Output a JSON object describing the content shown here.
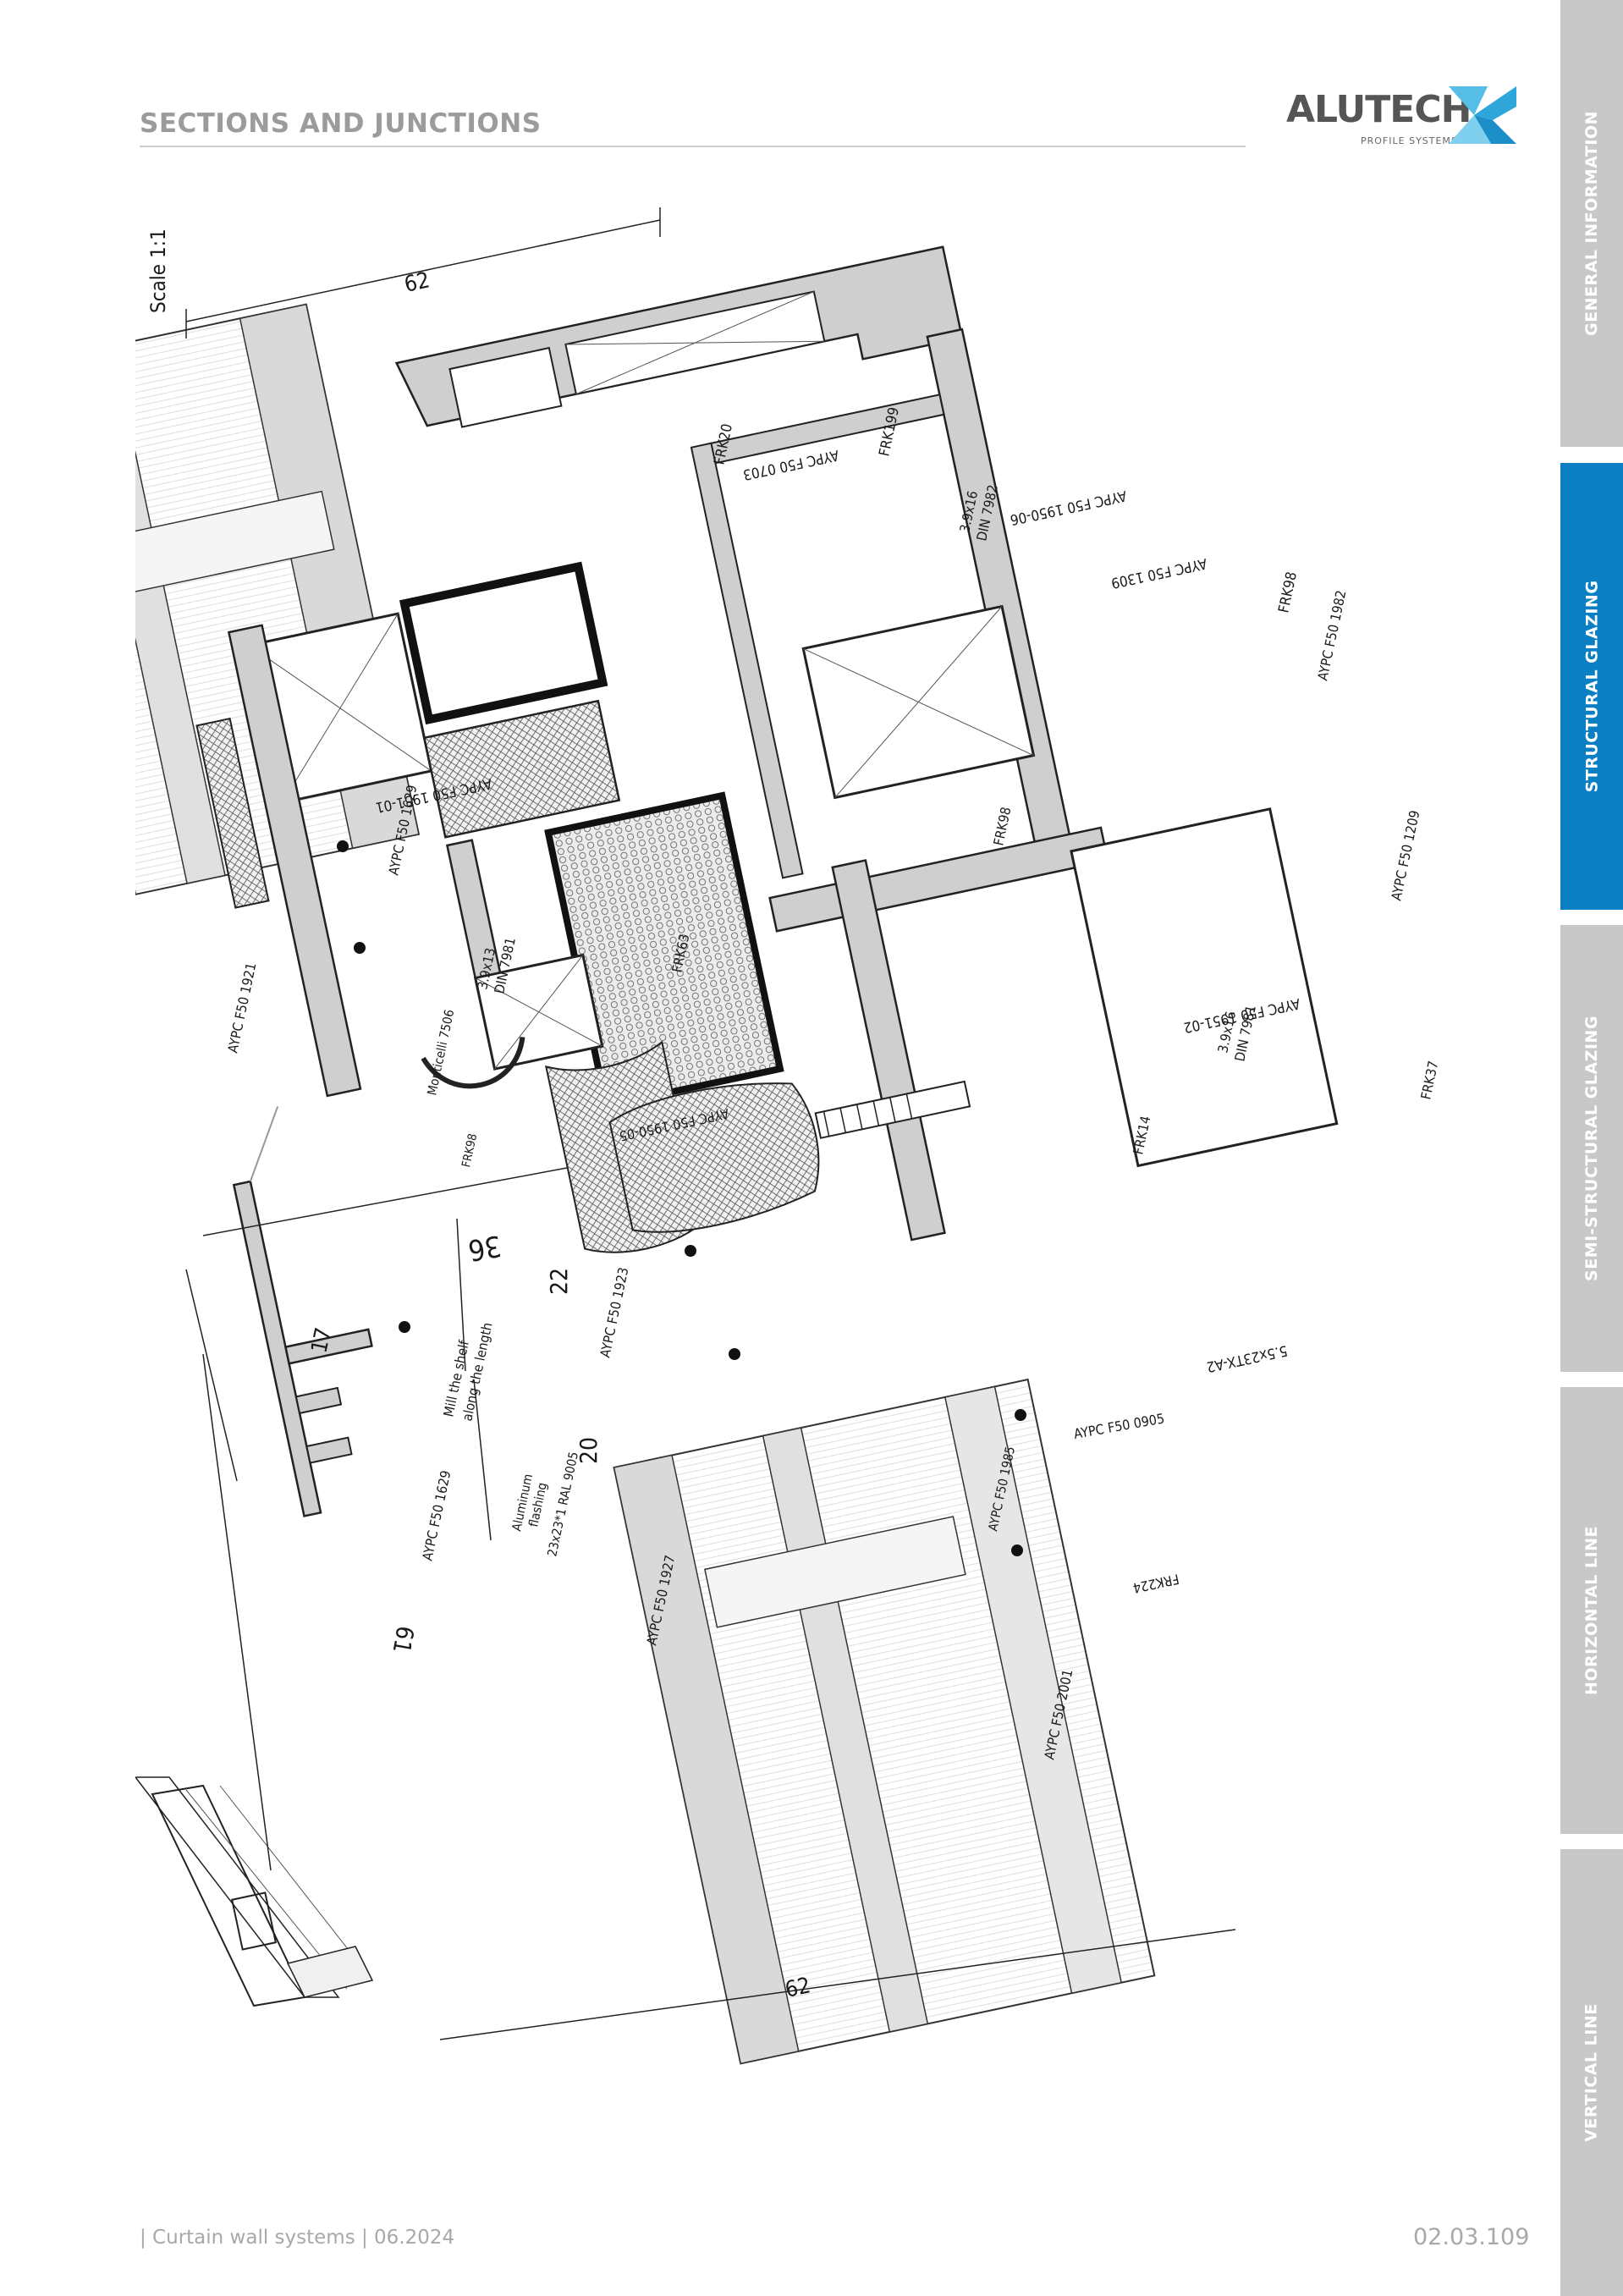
{
  "header": {
    "title": "SECTIONS AND JUNCTIONS"
  },
  "logo": {
    "word": "ALUTECH",
    "sub": "PROFILE SYSTEMS",
    "mark_color": "#2fa6d9"
  },
  "sidebar": {
    "accent": "#0a7fc4",
    "tabs": [
      {
        "label": "GENERAL INFORMATION",
        "active": false
      },
      {
        "label": "STRUCTURAL GLAZING",
        "active": true
      },
      {
        "label": "SEMI-STRUCTURAL GLAZING",
        "active": false
      },
      {
        "label": "HORIZONTAL LINE",
        "active": false
      },
      {
        "label": "VERTICAL LINE",
        "active": false
      }
    ]
  },
  "drawing": {
    "scale": "Scale 1:1",
    "dims": {
      "top": "62",
      "bottom": "62",
      "d36": "36",
      "d22": "22",
      "d20": "20",
      "d17": "17",
      "d61": "61"
    },
    "labels": {
      "p0703": "AYPC F50 0703",
      "frk20": "FRK20",
      "frk199": "FRK199",
      "p1950_06": "AYPC F50 1950-06",
      "screw_top": "3.9x16",
      "din_top": "DIN 7982",
      "p1309": "AYPC F50 1309",
      "frk98_a": "FRK98",
      "p1982": "AYPC F50 1982",
      "p1951_01": "AYPC F50 1951-01",
      "p1629": "AYPC F50 1629",
      "frk98_b": "FRK98",
      "p1209": "AYPC F50 1209",
      "p1921": "AYPC F50 1921",
      "screw_mid": "3.9x13",
      "din_mid": "DIN 7981",
      "frk63": "FRK63",
      "p1951_02": "AYPC F50 1951-02",
      "screw_r": "3.9x16",
      "din_r": "DIN 7981",
      "frk37": "FRK37",
      "monticelli": "Monticelli 7506",
      "frk98_c": "FRK98",
      "p1950_05": "AYPC F50 1950-05",
      "frk14": "FRK14",
      "p1923": "AYPC F50 1923",
      "screw_long": "5.5x23TX-A2",
      "mill_1": "Mill the shelf",
      "mill_2": "along the length",
      "p1629_b": "AYPC F50 1629",
      "alu_1": "Aluminum",
      "alu_2": "flashing",
      "alu_3": "23x23*1 RAL 9005",
      "p0905": "AYPC F50 0905",
      "p1985": "AYPC F50 1985",
      "p1927": "AYPC F50 1927",
      "frk224": "FRK224",
      "p2001": "AYPC F50 2001"
    }
  },
  "footer": {
    "left": "| Curtain wall systems | 06.2024",
    "right": "02.03.109"
  }
}
